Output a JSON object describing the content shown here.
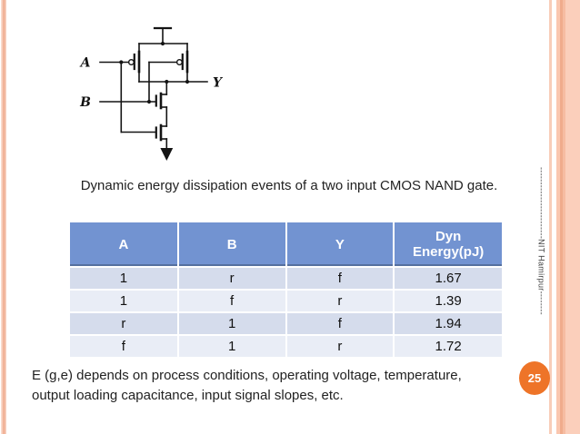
{
  "slide": {
    "caption": "Dynamic energy dissipation events of a two input CMOS NAND gate.",
    "body_text_lines": {
      "line1": "E (g,e) depends on process conditions, operating voltage, temperature,",
      "line2": "output loading capacitance, input signal slopes, etc."
    },
    "side_text": "------------------------NIT Hamirpur--------",
    "page_number": "25"
  },
  "circuit": {
    "description": "two input CMOS NAND gate schematic",
    "labels": {
      "input_a": "A",
      "input_b": "B",
      "output": "Y"
    }
  },
  "table": {
    "headers": [
      "A",
      "B",
      "Y",
      "Dyn Energy(pJ)"
    ],
    "rows": [
      [
        "1",
        "r",
        "f",
        "1.67"
      ],
      [
        "1",
        "f",
        "r",
        "1.39"
      ],
      [
        "r",
        "1",
        "f",
        "1.94"
      ],
      [
        "f",
        "1",
        "r",
        "1.72"
      ]
    ]
  },
  "colors": {
    "table_header_blue": "#7293d1",
    "row_shaded": "#d5dcec",
    "row_plain": "#e9edf6",
    "accent_orange": "#ee7428",
    "stripe_peach": "#f8cdb9"
  }
}
